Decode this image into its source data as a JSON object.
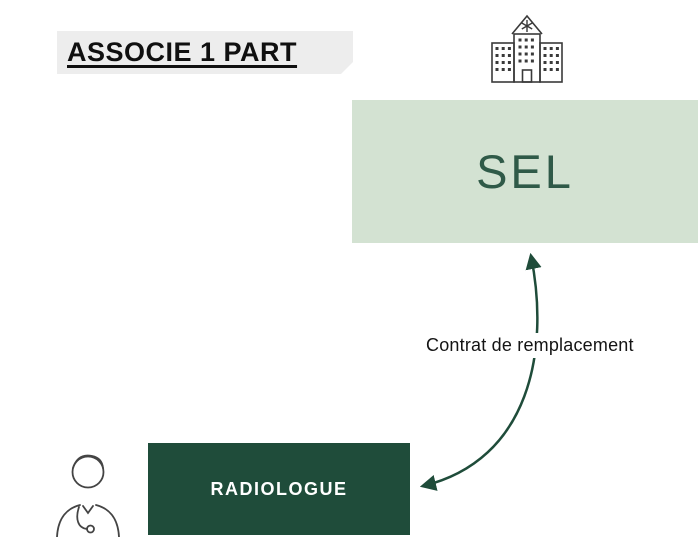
{
  "diagram": {
    "title": "ASSOCIE 1 PART",
    "sel_box": {
      "label": "SEL"
    },
    "radiologue_box": {
      "label": "RADIOLOGUE"
    },
    "arrow": {
      "label": "Contrat de remplacement",
      "from": "RADIOLOGUE",
      "to": "SEL",
      "double_headed": true
    },
    "icons": {
      "hospital": "hospital-icon",
      "doctor": "doctor-icon"
    },
    "colors": {
      "title_bg": "#ededed",
      "title_text": "#101010",
      "sel_bg": "#d3e2d2",
      "sel_text": "#2f5a48",
      "radiologue_bg": "#1f4c3a",
      "radiologue_text": "#ffffff",
      "arrow": "#1f4c3a"
    }
  }
}
